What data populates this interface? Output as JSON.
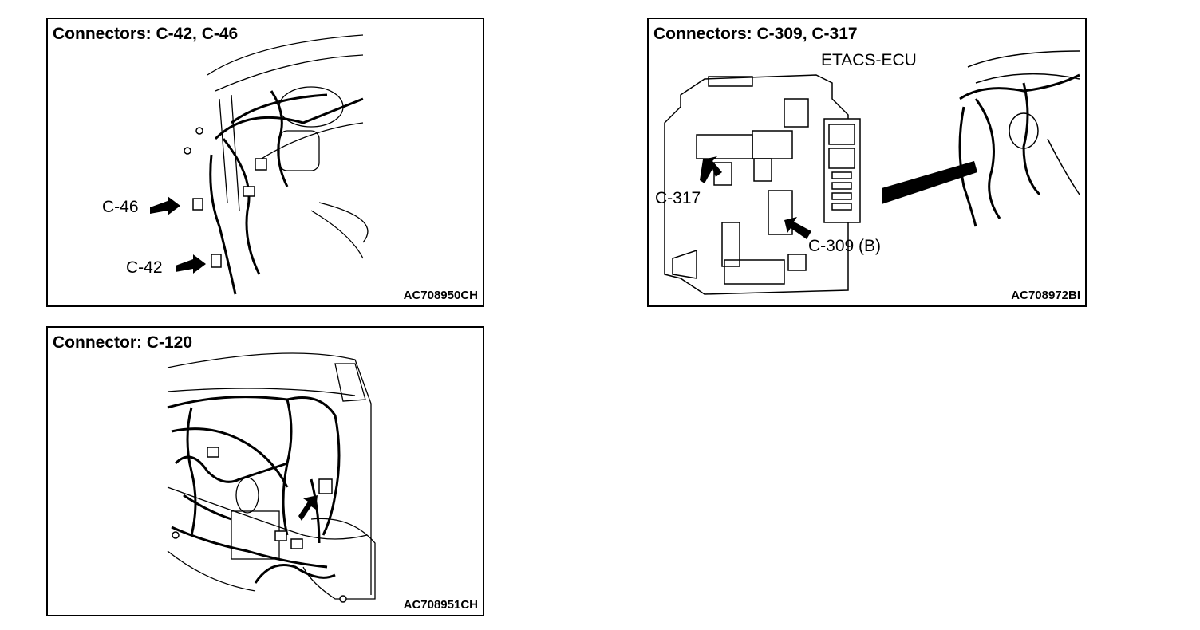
{
  "panels": [
    {
      "title": "Connectors: C-42, C-46",
      "code": "AC708950CH",
      "callouts": [
        "C-46",
        "C-42"
      ]
    },
    {
      "title": "Connectors: C-309, C-317",
      "code": "AC708972BI",
      "component": "ETACS-ECU",
      "callouts": [
        "C-317",
        "C-309 (B)"
      ]
    },
    {
      "title": "Connector: C-120",
      "code": "AC708951CH",
      "callouts": []
    }
  ]
}
